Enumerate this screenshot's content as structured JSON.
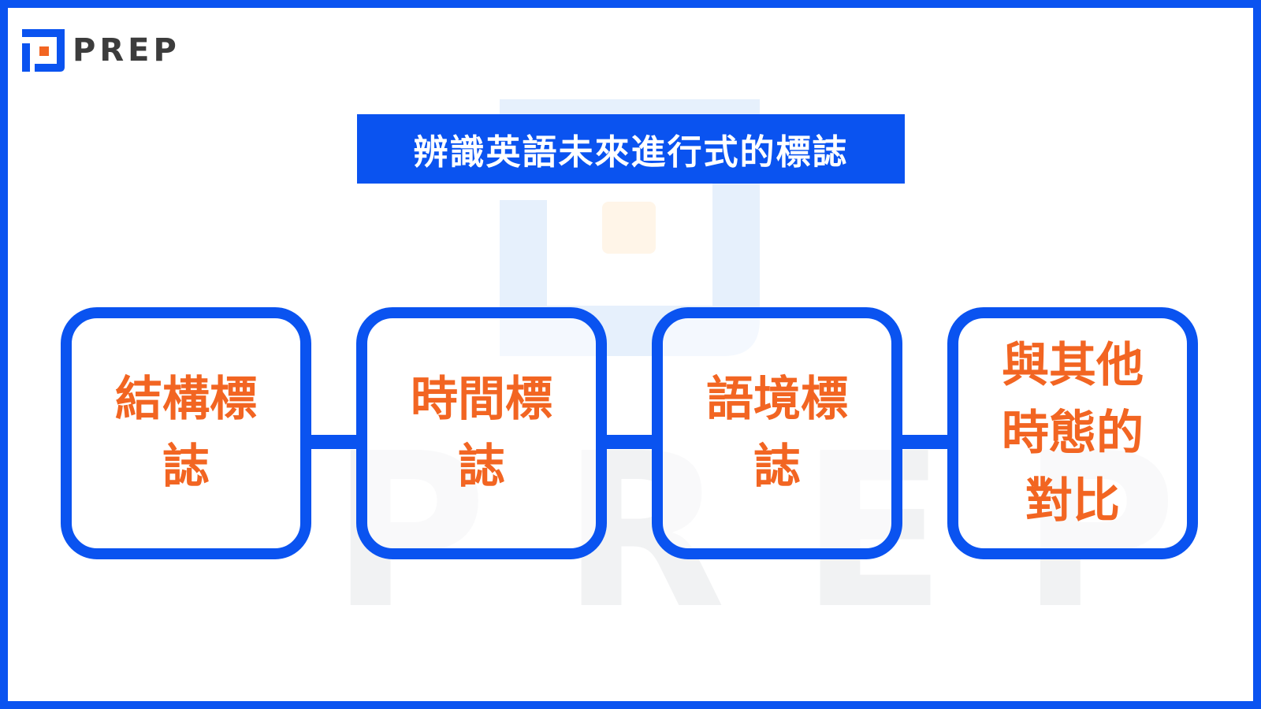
{
  "logo": {
    "text": "PREP",
    "icon": "prep-logo-icon"
  },
  "watermark": {
    "text": "PREP",
    "icon": "prep-logo-watermark-icon"
  },
  "title": "辨識英語未來進行式的標誌",
  "boxes": [
    {
      "label": "結構標誌"
    },
    {
      "label": "時間標誌"
    },
    {
      "label": "語境標誌"
    },
    {
      "label": "與其他時態的對比"
    }
  ],
  "colors": {
    "primary_blue": "#0a53f0",
    "accent_orange": "#f26522",
    "logo_text": "#3c3c3c",
    "watermark_gray": "#f1f2f3",
    "watermark_blue": "#e6f0fc",
    "watermark_orange": "#fff5e8"
  }
}
